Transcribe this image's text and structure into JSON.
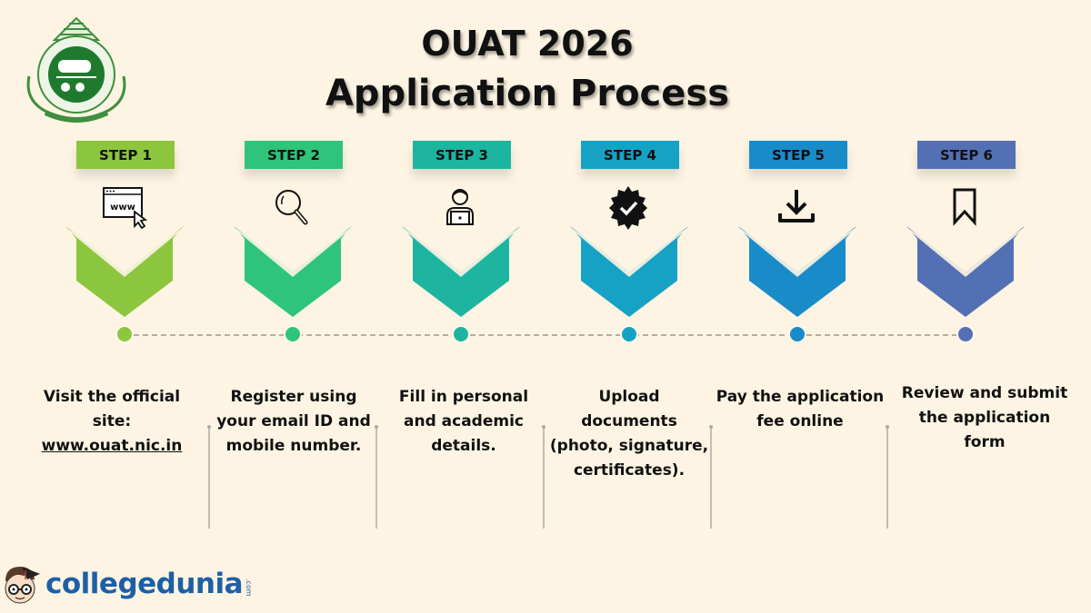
{
  "header": {
    "title_line1": "OUAT 2026",
    "title_line2": "Application Process",
    "logo": "ouat-university-emblem-icon"
  },
  "steps": [
    {
      "label": "STEP 1",
      "icon": "www-browser-cursor-icon",
      "color": "#8cc63f",
      "description_lines": [
        "Visit the official",
        "site:"
      ],
      "link": "www.ouat.nic.in"
    },
    {
      "label": "STEP 2",
      "icon": "magnifier-search-icon",
      "color": "#2ec47a",
      "description_lines": [
        "Register using",
        "your email ID and",
        "mobile number."
      ]
    },
    {
      "label": "STEP 3",
      "icon": "person-laptop-icon",
      "color": "#1db5a0",
      "description_lines": [
        "Fill in personal",
        "and academic",
        "details."
      ]
    },
    {
      "label": "STEP 4",
      "icon": "verified-badge-check-icon",
      "color": "#16a2c4",
      "description_lines": [
        "Upload",
        "documents",
        "(photo, signature,",
        "certificates)."
      ]
    },
    {
      "label": "STEP 5",
      "icon": "download-icon",
      "color": "#1a8bc9",
      "description_lines": [
        "Pay the application",
        "fee online"
      ]
    },
    {
      "label": "STEP 6",
      "icon": "bookmark-icon",
      "color": "#5470b4",
      "description_lines": [
        "Review and submit",
        "the application",
        "form"
      ]
    }
  ],
  "footer": {
    "brand": "collegedunia",
    "brand_suffix": ".com",
    "brand_color": "#1d5fa6"
  },
  "colors": {
    "background": "#fdf4e3",
    "timeline": "#b6aea0"
  }
}
